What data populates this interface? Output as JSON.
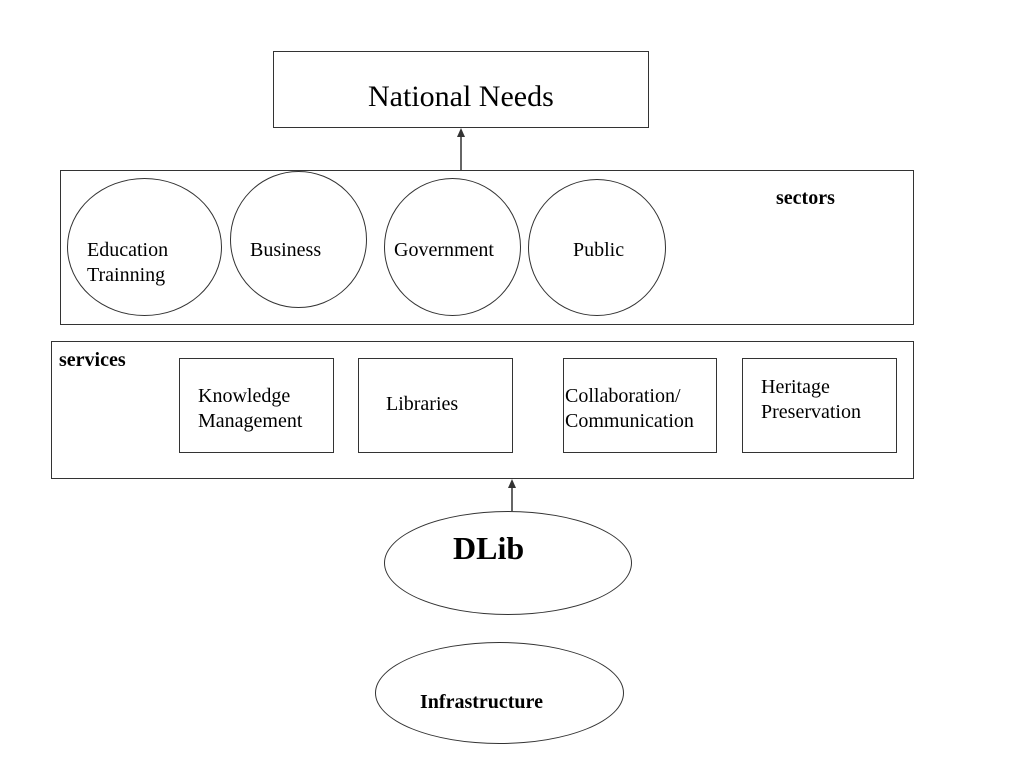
{
  "top": {
    "label": "National Needs"
  },
  "sectors": {
    "label": "sectors",
    "items": [
      {
        "lines": [
          "Education",
          "Trainning"
        ]
      },
      {
        "lines": [
          "Business"
        ]
      },
      {
        "lines": [
          "Government"
        ]
      },
      {
        "lines": [
          "Public"
        ]
      }
    ]
  },
  "services": {
    "label": "services",
    "items": [
      {
        "lines": [
          "Knowledge",
          "Management"
        ]
      },
      {
        "lines": [
          "Libraries"
        ]
      },
      {
        "lines": [
          "Collaboration/",
          "Communication"
        ]
      },
      {
        "lines": [
          "Heritage",
          "Preservation"
        ]
      }
    ]
  },
  "dlib": {
    "label": "DLib"
  },
  "infrastructure": {
    "label": "Infrastructure"
  },
  "colors": {
    "stroke": "#333333",
    "background": "#ffffff",
    "text": "#000000"
  }
}
